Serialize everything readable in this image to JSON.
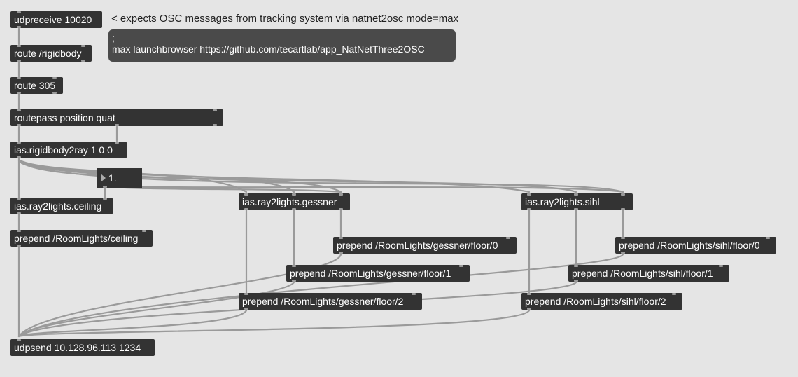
{
  "objects": {
    "udpreceive": "udpreceive 10020",
    "route_rigidbody": "route /rigidbody",
    "route_305": "route 305",
    "routepass": "routepass position quat",
    "rigidbody2ray": "ias.rigidbody2ray 1 0 0",
    "ray2lights_ceiling": "ias.ray2lights.ceiling",
    "ray2lights_gessner": "ias.ray2lights.gessner",
    "ray2lights_sihl": "ias.ray2lights.sihl",
    "prepend_ceiling": "prepend /RoomLights/ceiling",
    "prepend_gessner_0": "prepend /RoomLights/gessner/floor/0",
    "prepend_gessner_1": "prepend /RoomLights/gessner/floor/1",
    "prepend_gessner_2": "prepend /RoomLights/gessner/floor/2",
    "prepend_sihl_0": "prepend /RoomLights/sihl/floor/0",
    "prepend_sihl_1": "prepend /RoomLights/sihl/floor/1",
    "prepend_sihl_2": "prepend /RoomLights/sihl/floor/2",
    "udpsend": "udpsend 10.128.96.113 1234"
  },
  "comment": "< expects OSC messages from tracking system via natnet2osc mode=max",
  "message_box": ";\nmax launchbrowser https://github.com/tecartlab/app_NatNetThree2OSC",
  "number_box": {
    "value": "1."
  },
  "colors": {
    "canvas": "#e5e5e5",
    "object": "#333333",
    "message": "#4a4a4a",
    "cable": "#9a9a9a"
  }
}
